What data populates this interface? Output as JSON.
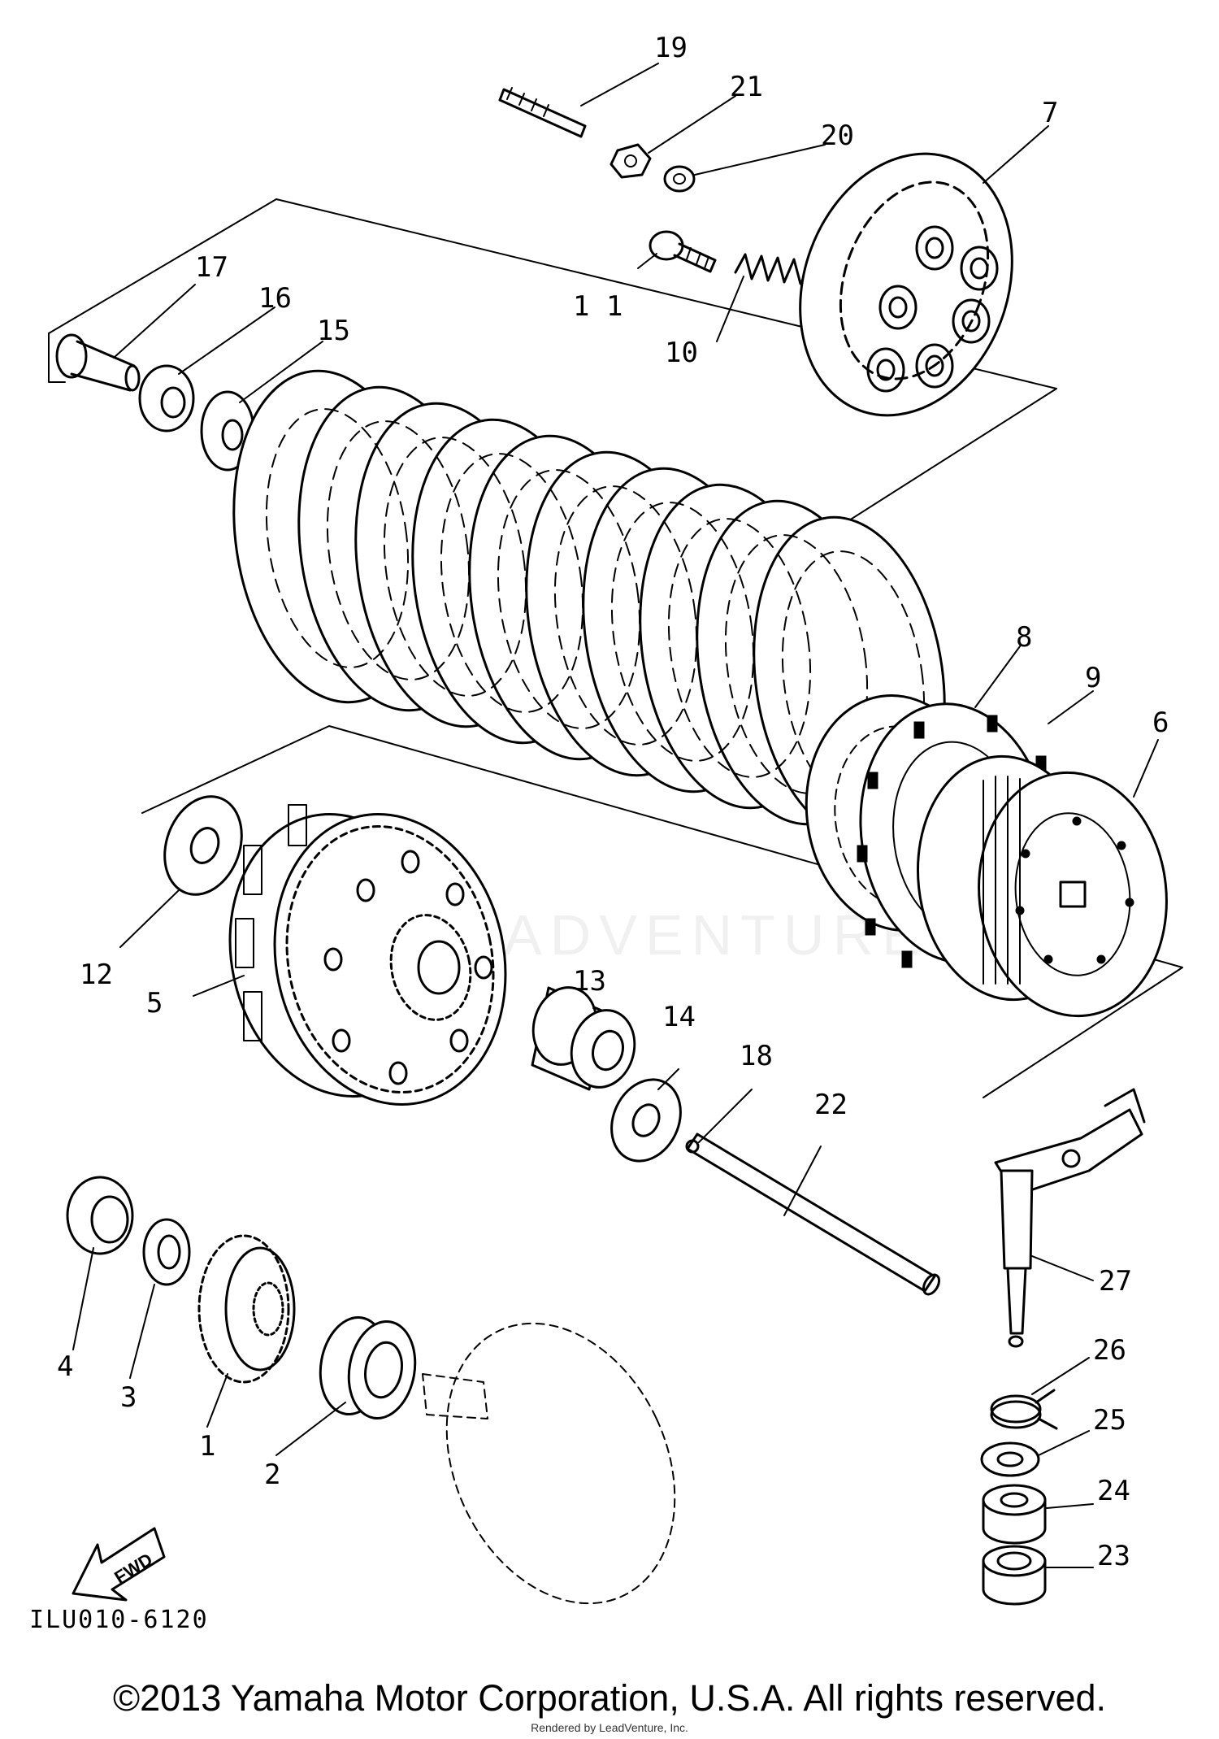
{
  "diagram": {
    "part_code": "ILU010-6120",
    "fwd_label": "FWD",
    "watermark": "ADVENTURE",
    "callouts": {
      "p1": "1",
      "p2": "2",
      "p3": "3",
      "p4": "4",
      "p5": "5",
      "p6": "6",
      "p7": "7",
      "p8": "8",
      "p9": "9",
      "p10": "10",
      "p11": "1 1",
      "p12": "12",
      "p13": "13",
      "p14": "14",
      "p15": "15",
      "p16": "16",
      "p17": "17",
      "p18": "18",
      "p19": "19",
      "p20": "20",
      "p21": "21",
      "p22": "22",
      "p23": "23",
      "p24": "24",
      "p25": "25",
      "p26": "26",
      "p27": "27"
    }
  },
  "footer": {
    "copyright": "©2013 Yamaha Motor Corporation, U.S.A. All rights reserved.",
    "rendered_by": "Rendered by LeadVenture, Inc."
  }
}
